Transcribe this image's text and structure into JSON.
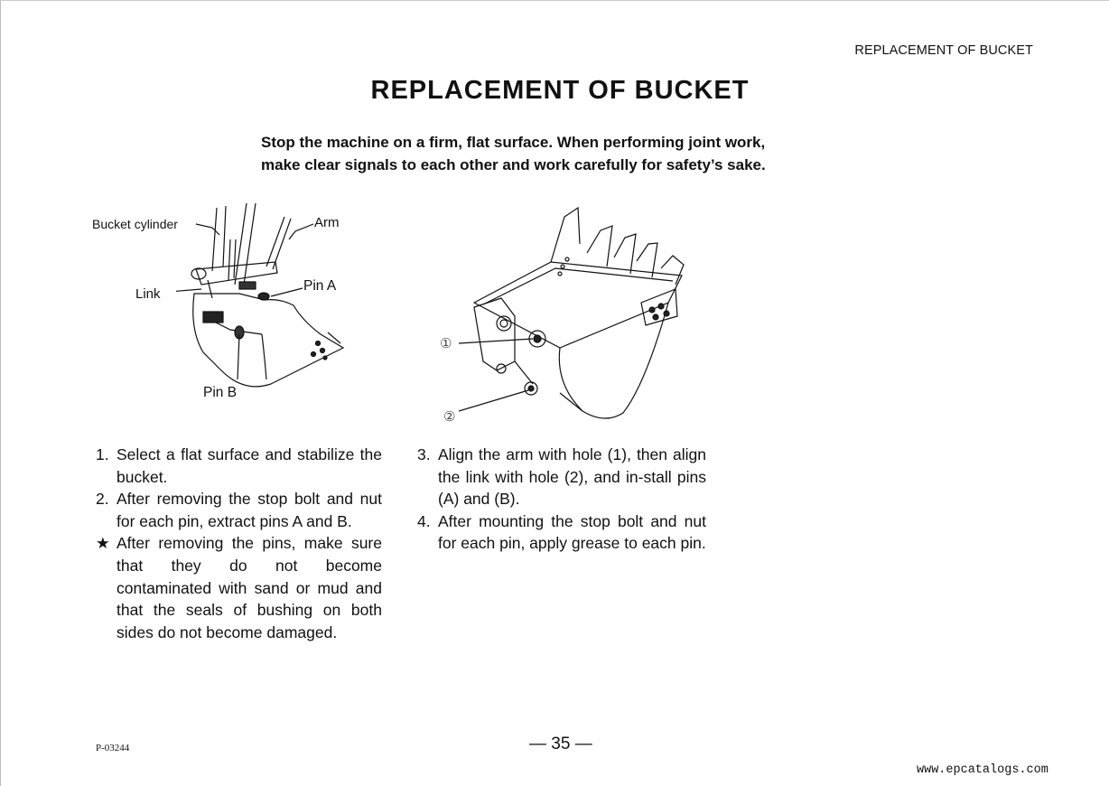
{
  "header": {
    "running_title": "REPLACEMENT OF BUCKET"
  },
  "title": "REPLACEMENT OF BUCKET",
  "warning": {
    "line1": "Stop the machine on a firm, flat surface. When performing joint work,",
    "line2": "make clear signals to each other and work carefully for safety’s sake."
  },
  "figure_left": {
    "labels": {
      "bucket_cylinder": "Bucket cylinder",
      "arm": "Arm",
      "link": "Link",
      "pin_a": "Pin A",
      "pin_b": "Pin B"
    }
  },
  "figure_right": {
    "labels": {
      "hole1": "①",
      "hole2": "②"
    }
  },
  "steps_left": [
    {
      "marker": "1.",
      "text": "Select a flat surface and stabilize the bucket."
    },
    {
      "marker": "2.",
      "text": "After removing the stop bolt and nut for each pin, extract pins A and B."
    },
    {
      "marker": "★",
      "text": "After removing the pins, make sure that they do not become contaminated with sand or mud and that the seals of bushing on both sides do not become damaged."
    }
  ],
  "steps_right": [
    {
      "marker": "3.",
      "text": "Align the arm with hole (1), then align the link with hole (2), and in-stall pins (A) and (B)."
    },
    {
      "marker": "4.",
      "text": "After mounting the stop bolt and nut for each pin, apply grease to each pin."
    }
  ],
  "footer": {
    "code": "P-03244",
    "page_number": "— 35 —",
    "watermark": "www.epcatalogs.com"
  }
}
